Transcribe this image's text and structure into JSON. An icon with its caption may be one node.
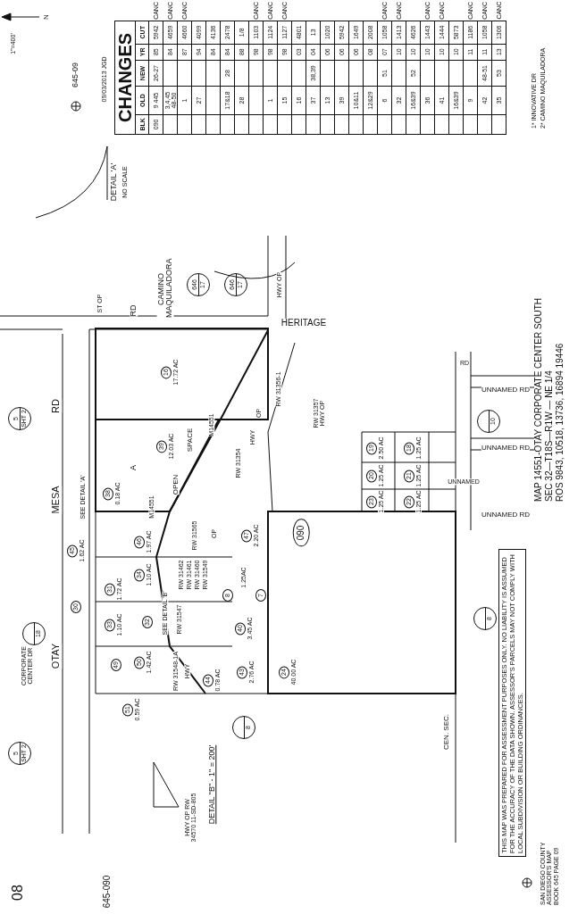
{
  "diagram": {
    "nodes": [
      {
        "text": [
          "16",
          "17.72 AC"
        ]
      },
      {
        "text": [
          "39",
          "12.03 AC"
        ]
      },
      {
        "text": [
          "38",
          "0.18 AC"
        ]
      },
      {
        "text": [
          "45",
          "1.62 AC"
        ]
      },
      {
        "text": [
          "46",
          "1.97 AC"
        ]
      },
      {
        "text": [
          "30"
        ]
      },
      {
        "text": [
          "31",
          "1.72 AC"
        ]
      },
      {
        "text": [
          "34",
          "1.10 AC"
        ]
      },
      {
        "text": [
          "33",
          "1.10 AC"
        ]
      },
      {
        "text": [
          "32"
        ]
      },
      {
        "text": [
          "47",
          "2.20 AC"
        ]
      },
      {
        "text": [
          "8"
        ]
      },
      {
        "text": [
          "7"
        ]
      },
      {
        "text": [
          "40",
          "3.45 AC"
        ]
      },
      {
        "text": [
          "49"
        ]
      },
      {
        "text": [
          "50",
          "1.42 AC"
        ]
      },
      {
        "text": [
          "44",
          "0.78 AC"
        ]
      },
      {
        "text": [
          "43",
          "2.76 AC"
        ]
      },
      {
        "text": [
          "24",
          "40.00 AC"
        ]
      },
      {
        "text": [
          "51",
          "0.59 AC"
        ]
      },
      {
        "text": [
          "19",
          "2.50 AC"
        ]
      },
      {
        "text": [
          "20",
          "1.25 AC"
        ]
      },
      {
        "text": [
          "23",
          "1.25 AC"
        ]
      },
      {
        "text": [
          "18",
          "1.25 AC"
        ]
      },
      {
        "text": [
          "21",
          "1.25 AC"
        ]
      },
      {
        "text": [
          "22",
          "1.25 AC"
        ]
      },
      {
        "text": [
          "5",
          "SHT 2"
        ]
      },
      {
        "text": [
          "18"
        ]
      },
      {
        "text": [
          "5",
          "SHT 2"
        ]
      },
      {
        "text": [
          "646",
          "17"
        ]
      },
      {
        "text": [
          "646",
          "17"
        ]
      },
      {
        "text": [
          "8"
        ]
      },
      {
        "text": [
          "8"
        ]
      },
      {
        "text": [
          "10"
        ]
      },
      {
        "text": [
          "090"
        ]
      },
      {
        "text": [
          "THIS MAP WAS PREPARED FOR ASSESSMENT PURPOSES ONLY. NO LIABILITY IS ASSUMED FOR THE ACCURACY OF THE DATA SHOWN. ASSESSOR'S PARCELS MAY NOT COMPLY WITH LOCAL SUBDIVISION OR BUILDING ORDINANCES."
        ]
      }
    ],
    "labels": [
      "1\"=400'",
      "N",
      "645-09",
      "09/03/2013 JGD",
      "DETAIL 'A'",
      "NO SCALE",
      "CAMINO MAQUILADORA",
      "RD",
      "ST OP",
      "HERITAGE",
      "HWY OP",
      "RW 31357 HWY OP",
      "M14551",
      "M14551",
      "A",
      "OPEN",
      "SPACE",
      "RW 31354",
      "HWY",
      "OP",
      "RW 31356-1",
      "RD",
      "UNNAMED RD",
      "UNNAMED RD",
      "UNNAMED",
      "UNNAMED RD",
      "OTAY",
      "MESA",
      "RD",
      "CORPORATE CENTER DR",
      "SEE DETAIL 'A'",
      "SEE DETAIL 'B'",
      "RW 31565",
      "OP",
      "RW 31462",
      "RW 31461",
      "RW 31460",
      "RW 31549",
      "RW 31547",
      "RW 31548-1A",
      "HWY",
      "1.25AC",
      "CEN. SEC.",
      "DETAIL \"B\" - 1\" = 200'",
      "HWY OP RW 34570 11-SD-805",
      "MAP 14551-OTAY CORPORATE CENTER SOUTH",
      "SEC 32—T18S—R1W — NE 1/4",
      "ROS 9843, 10518, 13736, 16894 19446",
      "1* INNOVATIVE DR",
      "2* CAMINO MAQUILADORA",
      "SAN DIEGO COUNTY ASSESSOR'S MAP BOOK 645 PAGE 09",
      "08",
      "645-090",
      "CHANGES",
      "BLK",
      "OLD",
      "NEW",
      "YR",
      "CUT",
      "090",
      "9 445",
      "26-27",
      "85",
      "5942",
      "CANC",
      "3,4,45 48-50",
      "84",
      "4659",
      "CANC",
      "1",
      "87",
      "4660",
      "CANC",
      "27",
      "94",
      "4099",
      "84",
      "4136",
      "17&18",
      "28",
      "84",
      "2478",
      "28",
      "88",
      "1/8",
      "98",
      "1103",
      "CANC",
      "1",
      "98",
      "1124",
      "CANC",
      "15",
      "98",
      "1127",
      "CANC",
      "16",
      "03",
      "4801",
      "37",
      "38,39",
      "04",
      "13",
      "13",
      "06",
      "1020",
      "39",
      "06",
      "5942",
      "10&11",
      "06",
      "1649",
      "12&29",
      "08",
      "2008",
      "6",
      "51",
      "07",
      "1058",
      "CANC",
      "32",
      "10",
      "1413",
      "CANC",
      "16&39",
      "52",
      "10",
      "4626",
      "36",
      "10",
      "1443",
      "CANC",
      "41",
      "10",
      "1444",
      "CANC",
      "16&39",
      "10",
      "5873",
      "9",
      "11",
      "1186",
      "CANC",
      "42",
      "48-51",
      "11",
      "1058",
      "CANC",
      "35",
      "53",
      "13",
      "1306",
      "CANC"
    ]
  }
}
